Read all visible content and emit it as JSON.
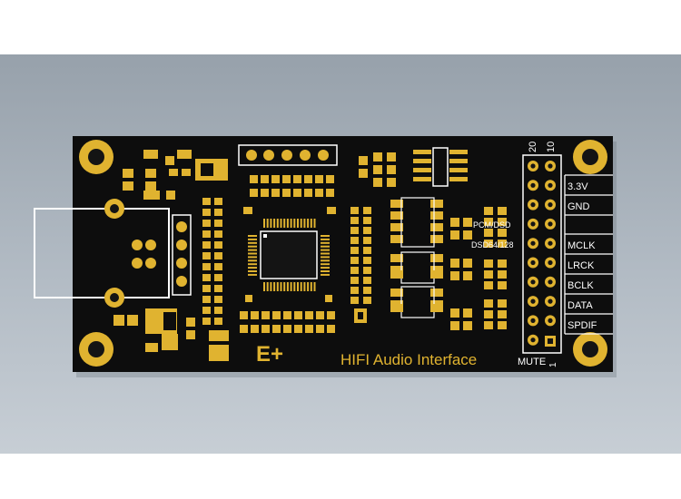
{
  "board": {
    "title": "HIFI Audio Interface",
    "logo_text": "E+",
    "pcm_label": "PCM/DSD",
    "dsd_label": "DSD64/128",
    "header_pin_numbers": {
      "left": "20",
      "right": "10"
    },
    "bottom_label": "MUTE",
    "bottom_pin_number": "1",
    "pin_labels": [
      "3.3V",
      "GND",
      "MCLK",
      "LRCK",
      "BCLK",
      "DATA",
      "SPDIF"
    ]
  },
  "colors": {
    "background": "#a8b1ba",
    "board": "#0c0c0c",
    "gold": "#e0b330",
    "silkscreen": "#ffffff",
    "title_text": "#e0b330"
  }
}
